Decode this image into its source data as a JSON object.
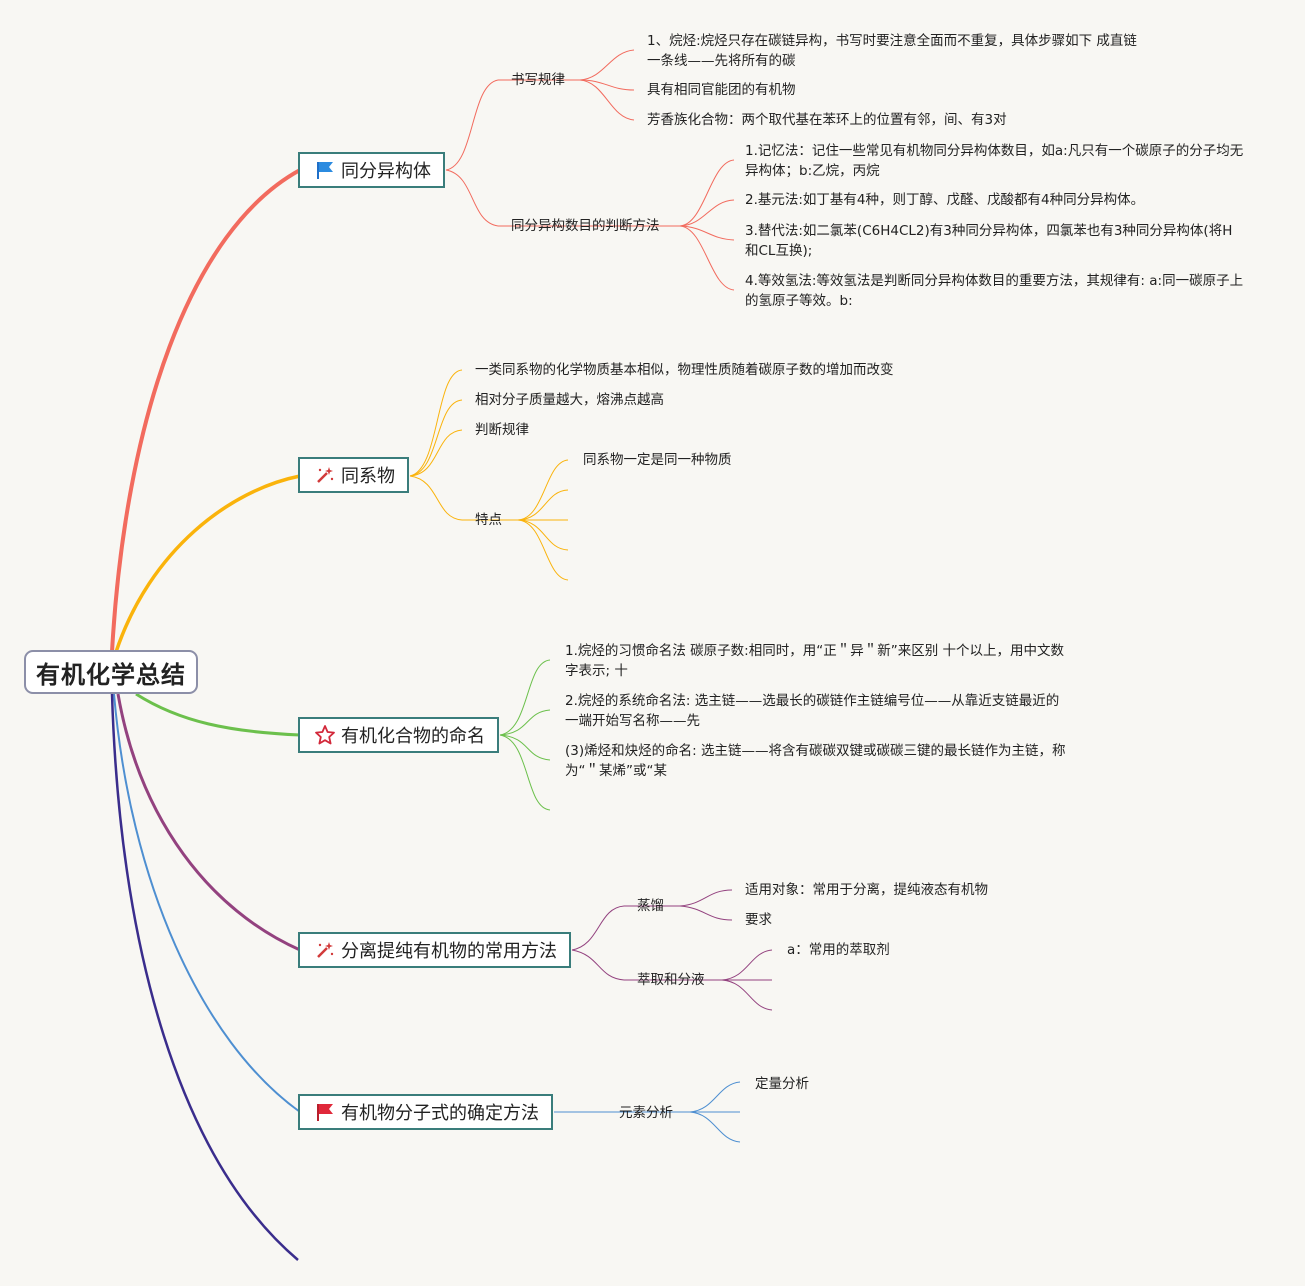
{
  "root": {
    "title": "有机化学总结"
  },
  "colors": {
    "isomer": "#f26b5e",
    "homolog": "#fab30b",
    "naming": "#6cc04c",
    "separation": "#93427f",
    "formula": "#4e8fd1",
    "extra": "#3a2d8c",
    "box_border": "#3a7d7b"
  },
  "branches": {
    "isomer": {
      "title": "同分异构体",
      "icon": "blue-flag-icon",
      "rules": {
        "label": "书写规律",
        "items": [
          "1、烷烃:烷烃只存在碳链异构，书写时要注意全面而不重复，具体步骤如下 成直链一条线——先将所有的碳",
          "具有相同官能团的有机物",
          "芳香族化合物：两个取代基在苯环上的位置有邻，间、有3对"
        ]
      },
      "methods": {
        "label": "同分异构数目的判断方法",
        "items": [
          "1.记忆法：记住一些常见有机物同分异构体数目，如a:凡只有一个碳原子的分子均无异构体；b:乙烷，丙烷",
          "2.基元法:如丁基有4种，则丁醇、戊醛、戊酸都有4种同分异构体。",
          "3.替代法:如二氯苯(C6H4CL2)有3种同分异构体，四氯苯也有3种同分异构体(将H和CL互换);",
          "4.等效氢法:等效氢法是判断同分异构体数目的重要方法，其规律有: a:同一碳原子上的氢原子等效。b:"
        ]
      }
    },
    "homolog": {
      "title": "同系物",
      "icon": "magic-wand-icon",
      "items": [
        "一类同系物的化学物质基本相似，物理性质随着碳原子数的增加而改变",
        "相对分子质量越大，熔沸点越高",
        "判断规律"
      ],
      "feature": {
        "label": "特点",
        "items": [
          "同系物一定是同一种物质"
        ]
      }
    },
    "naming": {
      "title": "有机化合物的命名",
      "icon": "red-star-icon",
      "items": [
        "1.烷烃的习惯命名法 碳原子数:相同时，用“正＂异＂新”来区别 十个以上，用中文数字表示; 十",
        "2.烷烃的系统命名法: 选主链——选最长的碳链作主链编号位——从靠近支链最近的一端开始写名称——先",
        "(3)烯烃和炔烃的命名: 选主链——将含有碳碳双键或碳碳三键的最长链作为主链，称为“＂某烯”或“某"
      ]
    },
    "separation": {
      "title": "分离提纯有机物的常用方法",
      "icon": "magic-wand-icon",
      "distill": {
        "label": "蒸馏",
        "items": [
          "适用对象：常用于分离，提纯液态有机物",
          "要求"
        ]
      },
      "extract": {
        "label": "萃取和分液",
        "items": [
          "a：常用的萃取剂"
        ]
      }
    },
    "formula": {
      "title": "有机物分子式的确定方法",
      "icon": "red-flag-icon",
      "element": {
        "label": "元素分析",
        "items": [
          "定量分析"
        ]
      }
    }
  }
}
